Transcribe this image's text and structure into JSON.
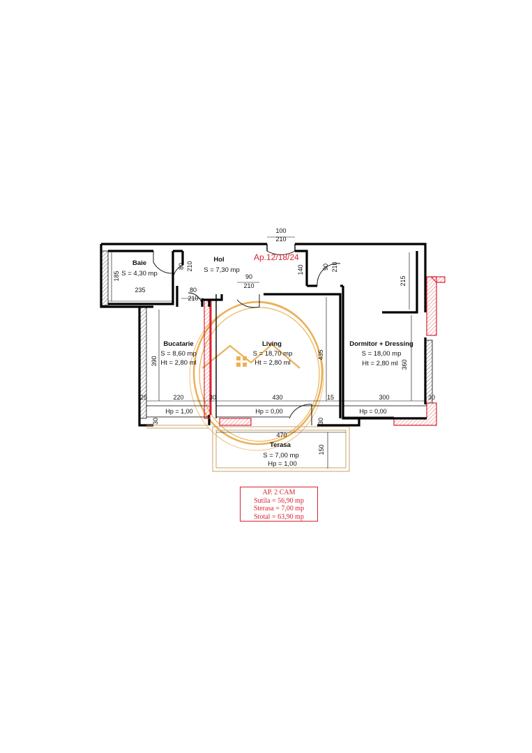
{
  "apartment_code": "Ap.12/18/24",
  "rooms": [
    {
      "name": "Baie",
      "area": "S = 4,30 mp"
    },
    {
      "name": "Hol",
      "area": "S = 7,30 mp"
    },
    {
      "name": "Bucatarie",
      "area": "S = 8,60 mp",
      "height": "Ht = 2,80 ml"
    },
    {
      "name": "Living",
      "area": "S = 18,70 mp",
      "height": "Ht = 2,80 ml"
    },
    {
      "name": "Dormitor + Dressing",
      "area": "S = 18,00 mp",
      "height": "Ht = 2,80 ml"
    },
    {
      "name": "Terasa",
      "area": "S = 7,00 mp",
      "height": "Hp = 1,00"
    }
  ],
  "dimensions": {
    "entry_door_w": "100",
    "entry_door_h": "210",
    "baie_height": "185",
    "baie_width": "235",
    "baie_door_w": "80",
    "baie_door_h": "210",
    "kitchen_door_w": "80",
    "kitchen_door_h": "210",
    "living_door_w": "90",
    "living_door_h": "210",
    "wall_140": "140",
    "bed_door_w": "90",
    "bed_door_h": "210",
    "dressing_215": "215",
    "kitchen_390": "390",
    "living_435": "435",
    "bed_360": "360",
    "w25": "25",
    "w220": "220",
    "w30a": "30",
    "w430": "430",
    "w15": "15",
    "w300": "300",
    "w30b": "30",
    "w30c": "30",
    "w30d": "30",
    "terrace_470": "470",
    "terrace_150": "150"
  },
  "windows": {
    "kitchen": "Hp = 1,00",
    "living": "Hp = 0,00",
    "bedroom": "Hp = 0,00"
  },
  "summary": {
    "title": "AP. 2 CAM",
    "sutila": "Sutila = 56,90 mp",
    "sterasa": "Sterasa = 7,00 mp",
    "stotal": "Stotal = 63,90 mp"
  },
  "colors": {
    "wall": "#000000",
    "accent_red": "#d9232e",
    "watermark": "#e8a33a"
  }
}
